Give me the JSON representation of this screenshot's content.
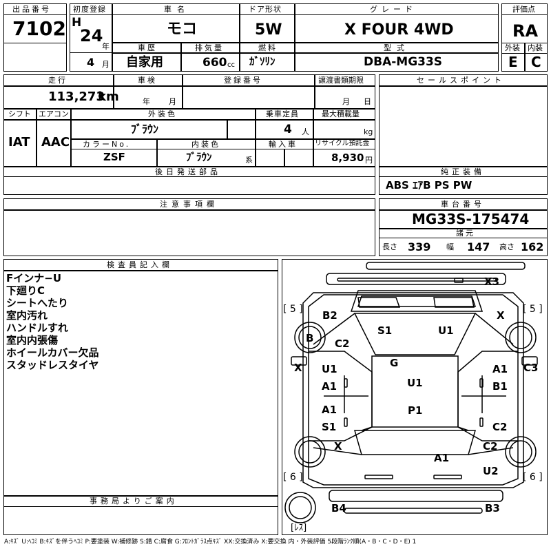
{
  "top": {
    "lot_no_label": "出品番号",
    "lot_no": "7102",
    "first_reg_label": "初度登録",
    "era": "H",
    "year": "24",
    "year_unit": "年",
    "month": "4",
    "month_unit": "月",
    "car_name_label": "車名",
    "car_name": "モコ",
    "door_label": "ドア形状",
    "door": "5W",
    "grade_label": "グレード",
    "grade": "X FOUR 4WD",
    "score_label": "評価点",
    "score": "RA",
    "history_label": "車歴",
    "history": "自家用",
    "displacement_label": "排気量",
    "displacement": "660",
    "displacement_unit": "cc",
    "fuel_label": "燃料",
    "fuel": "ｶﾞｿﾘﾝ",
    "model_label": "型式",
    "model": "DBA-MG33S",
    "ext_label": "外装",
    "ext": "E",
    "int_label": "内装",
    "int": "C"
  },
  "mid": {
    "mileage_label": "走行",
    "mileage": "113,273",
    "mileage_unit": "km",
    "inspection_label": "車検",
    "insp_year_unit": "年",
    "insp_month_unit": "月",
    "reg_no_label": "登録番号",
    "transfer_label": "譲渡書類期限",
    "transfer_month_unit": "月",
    "transfer_day_unit": "日",
    "shift_label": "シフト",
    "shift": "IAT",
    "ac_label": "エアコン",
    "ac": "AAC",
    "color_label": "外装色",
    "color": "ﾌﾞﾗｳﾝ",
    "capacity_label": "乗車定員",
    "capacity": "4",
    "capacity_unit": "人",
    "load_label": "最大積載量",
    "load_unit": "kg",
    "color_no_label": "カラーNo.",
    "color_no": "ZSF",
    "int_color_label": "内装色",
    "int_color": "ﾌﾞﾗｳﾝ",
    "int_color_unit": "系",
    "import_label": "輸入車",
    "recycle_label": "リサイクル預託金",
    "recycle": "8,930",
    "recycle_unit": "円",
    "later_parts_label": "後日発送部品",
    "notes_label": "注意事項欄",
    "sales_point_label": "セールスポイント",
    "genuine_label": "純正装備",
    "genuine": "ABS ｴｱB PS PW",
    "chassis_label": "車台番号",
    "chassis": "MG33S-175474",
    "spec_label": "諸元",
    "length_label": "長さ",
    "length": "339",
    "width_label": "幅",
    "width": "147",
    "height_label": "高さ",
    "height": "162"
  },
  "inspector": {
    "label": "検査員記入欄",
    "lines": [
      "Fインナ−U",
      "下廻りC",
      "シートへたり",
      "室内汚れ",
      "ハンドルすれ",
      "室内内張傷",
      "ホイールカバー欠品",
      "スタッドレスタイヤ"
    ]
  },
  "office_label": "事務局よりご案内",
  "diagram": {
    "marks": {
      "x3": "X3",
      "b2": "B2",
      "b_tire": "B",
      "c2_a": "C2",
      "s1_a": "S1",
      "u1_a": "U1",
      "x_fr": "X",
      "x_left": "X",
      "u1_b": "U1",
      "a1_a": "A1",
      "g": "G",
      "u1_c": "U1",
      "a1_b": "A1",
      "b1": "B1",
      "c3": "C3",
      "a1_c": "A1",
      "s1_b": "S1",
      "p1": "P1",
      "c2_b": "C2",
      "x_rl": "X",
      "a1_d": "A1",
      "c2_c": "C2",
      "u2": "U2",
      "b4": "B4",
      "b3": "B3"
    },
    "tire_fl": "[ 5 ]",
    "tire_fr": "[ 5 ]",
    "tire_rl": "[ 6 ]",
    "tire_rr": "[ 6 ]",
    "spare": "[ﾚｽ]"
  },
  "legend": "A:ｷｽﾞ U:ﾍｺﾐ B:ｷｽﾞを伴うﾍｺﾐ P:要塗装 W:補修跡 S:錆 C:腐食 G:ﾌﾛﾝﾄｶﾞﾗｽ点ｷｽﾞ XX:交換済み X:要交換 内・外装評価 5段階ﾗﾝｸ順(A・B・C・D・E) 1"
}
